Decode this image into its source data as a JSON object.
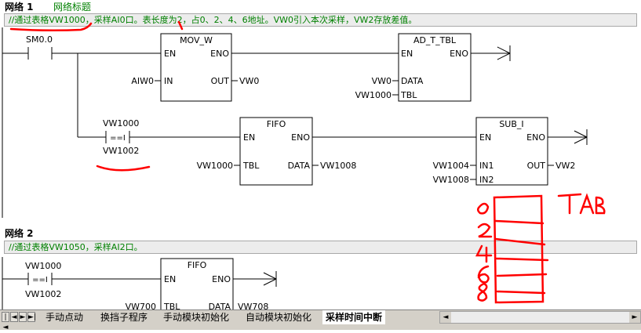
{
  "network1": {
    "title": "网络 1",
    "subtitle": "网络标题",
    "comment": "//通过表格VW1000，采样AI0口。表长度为2，占0、2、4、6地址。VW0引入本次采样，VW2存放差值。",
    "contact1": "SM0.0",
    "mov_w": {
      "name": "MOV_W",
      "en": "EN",
      "eno": "ENO",
      "in_label": "IN",
      "out_label": "OUT",
      "in_val": "AIW0",
      "out_val": "VW0"
    },
    "ad_t_tbl": {
      "name": "AD_T_TBL",
      "en": "EN",
      "eno": "ENO",
      "data_label": "DATA",
      "tbl_label": "TBL",
      "data_val": "VW0",
      "tbl_val": "VW1000"
    },
    "compare": {
      "top": "VW1000",
      "op": "==I",
      "bottom": "VW1002"
    },
    "fifo": {
      "name": "FIFO",
      "en": "EN",
      "eno": "ENO",
      "tbl_label": "TBL",
      "data_label": "DATA",
      "tbl_val": "VW1000",
      "data_val": "VW1008"
    },
    "sub_i": {
      "name": "SUB_I",
      "en": "EN",
      "eno": "ENO",
      "in1_label": "IN1",
      "in2_label": "IN2",
      "out_label": "OUT",
      "in1_val": "VW1004",
      "in2_val": "VW1008",
      "out_val": "VW2"
    }
  },
  "network2": {
    "title": "网络 2",
    "comment": "//通过表格VW1050，采样AI2口。",
    "compare": {
      "top": "VW1000",
      "op": "==I",
      "bottom": "VW1002"
    },
    "fifo": {
      "name": "FIFO",
      "en": "EN",
      "eno": "ENO",
      "tbl_label": "TBL",
      "data_label": "DATA",
      "tbl_val": "VW700",
      "data_val": "VW708"
    }
  },
  "annotation": {
    "label": "TAB",
    "numbers": [
      "0",
      "2",
      "4",
      "6",
      "8"
    ],
    "color": "#ff0000"
  },
  "tabs": [
    {
      "label": "手动点动",
      "active": false
    },
    {
      "label": "换挡子程序",
      "active": false
    },
    {
      "label": "手动模块初始化",
      "active": false
    },
    {
      "label": "自动模块初始化",
      "active": false
    },
    {
      "label": "采样时间中断",
      "active": true
    }
  ],
  "icons": {
    "nav_first": "nav-first-icon",
    "nav_prev": "nav-prev-icon",
    "nav_next": "nav-next-icon",
    "nav_last": "nav-last-icon",
    "scroll_left": "scroll-left-icon",
    "scroll_right": "scroll-right-icon"
  }
}
